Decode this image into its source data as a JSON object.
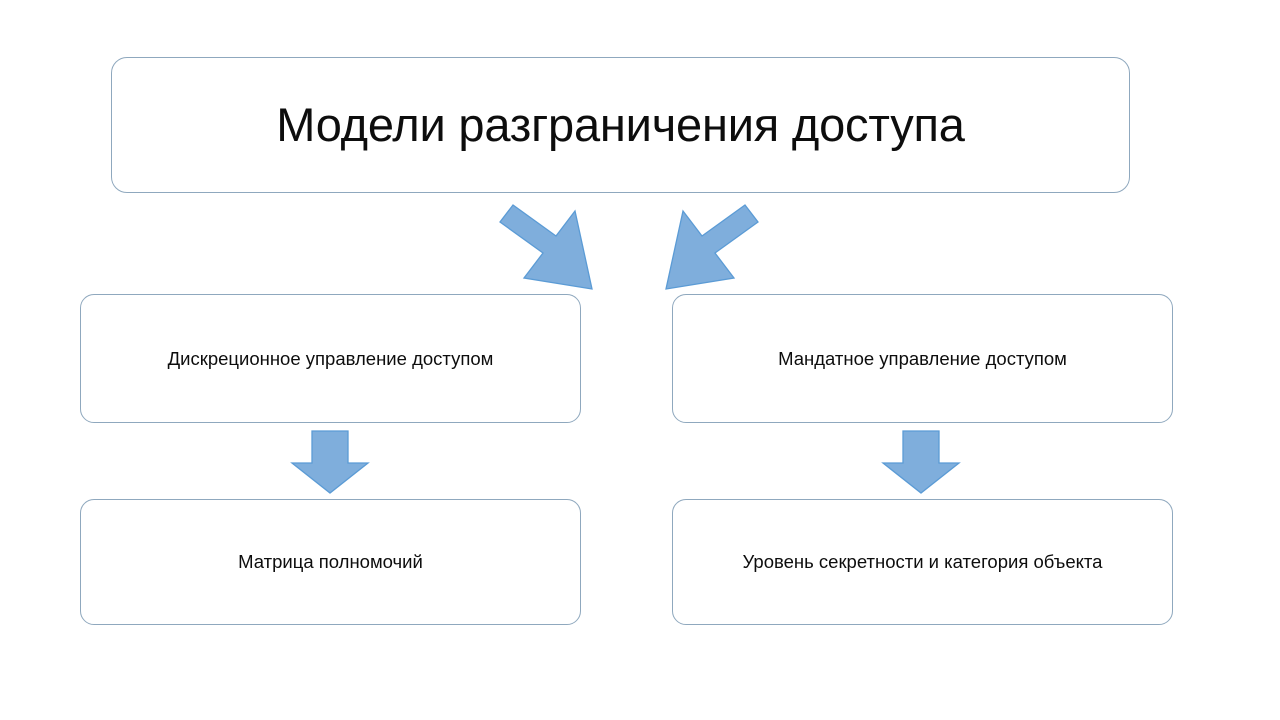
{
  "slide": {
    "title_text": "Модели разграничения доступа",
    "background_color": "#ffffff"
  },
  "theme": {
    "box_border_color": "#8fa8be",
    "box_fill_color": "#ffffff",
    "arrow_fill_color": "#7faedc",
    "arrow_border_color": "#5b9bd5",
    "text_color": "#0d0d0d"
  },
  "diagram": {
    "type": "flowchart",
    "root": {
      "id": "title",
      "label": "Модели разграничения доступа"
    },
    "branches": [
      {
        "id": "dac",
        "label": "Дискреционное управление доступом",
        "child": {
          "id": "matrix",
          "label": "Матрица полномочий"
        }
      },
      {
        "id": "mac",
        "label": "Мандатное управление доступом",
        "child": {
          "id": "levels",
          "label": "Уровень секретности и категория объекта"
        }
      }
    ],
    "connectors": [
      {
        "id": "title-to-dac",
        "from": "title",
        "to": "dac",
        "direction": "down-left",
        "style": "diagonal-arrow"
      },
      {
        "id": "title-to-mac",
        "from": "title",
        "to": "mac",
        "direction": "down-right",
        "style": "diagonal-arrow"
      },
      {
        "id": "dac-to-matrix",
        "from": "dac",
        "to": "matrix",
        "direction": "down",
        "style": "vertical-arrow"
      },
      {
        "id": "mac-to-levels",
        "from": "mac",
        "to": "levels",
        "direction": "down",
        "style": "vertical-arrow"
      }
    ]
  }
}
